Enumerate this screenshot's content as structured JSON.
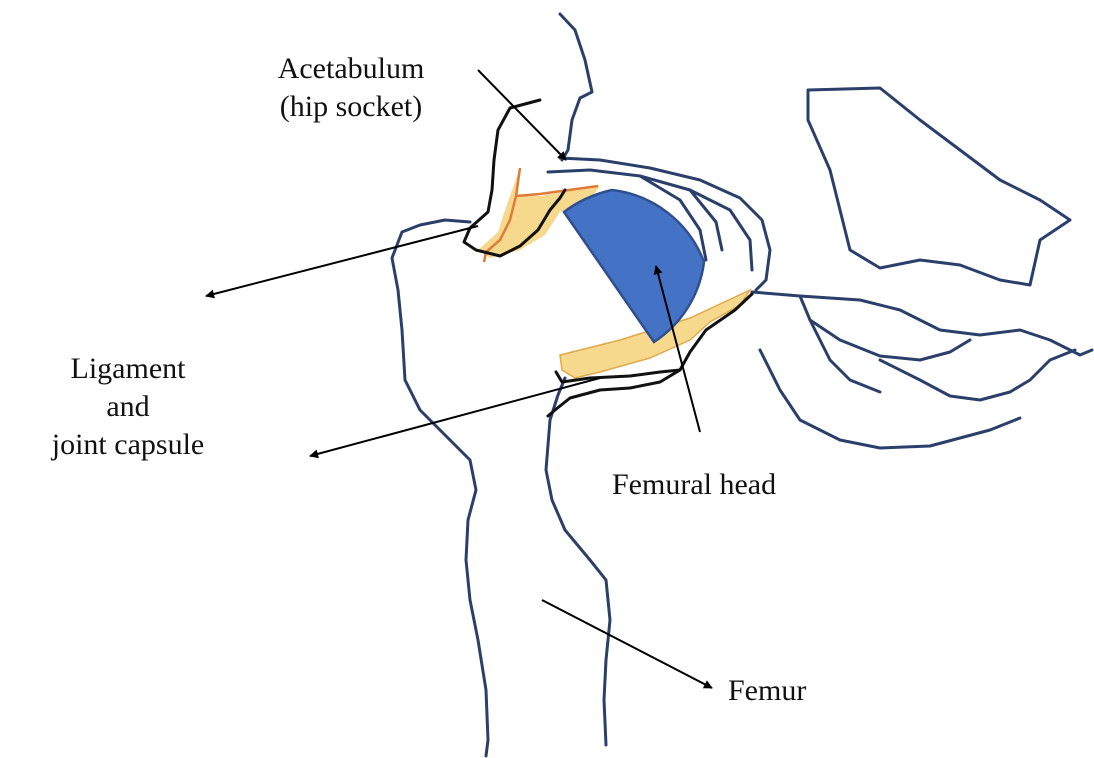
{
  "labels": {
    "acetabulum_line1": "Acetabulum",
    "acetabulum_line2": "(hip socket)",
    "ligament_line1": "Ligament",
    "ligament_line2": "and",
    "ligament_line3": "joint capsule",
    "femoral_head": "Femural head",
    "femur": "Femur"
  },
  "colors": {
    "bone_outline": "#2b3f6b",
    "femoral_head_fill": "#4472c4",
    "cartilage_fill": "#f6d98c",
    "cartilage_edge": "#e07a38",
    "arrow": "#000000"
  }
}
